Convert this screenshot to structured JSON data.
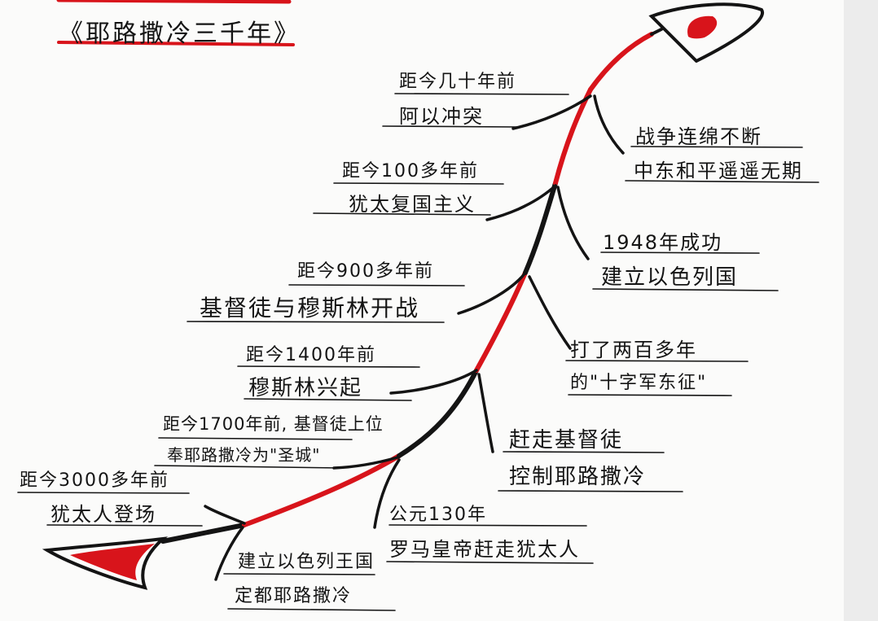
{
  "title": "《耶路撒冷三千年》",
  "colors": {
    "ink": "#141414",
    "red": "#d8141b",
    "paper": "#fbfbfa"
  },
  "events": {
    "e3000": {
      "time": "距今3000多年前",
      "text": "犹太人登场"
    },
    "israel_kingdom": {
      "line1": "建立以色列王国",
      "line2": "定都耶路撒冷"
    },
    "e1700": {
      "time": "距今1700年前, 基督徒上位",
      "text": "奉耶路撒冷为\"圣城\""
    },
    "ad130": {
      "time": "公元130年",
      "text": "罗马皇帝赶走犹太人"
    },
    "e1400": {
      "time": "距今1400年前",
      "text": "穆斯林兴起"
    },
    "expel": {
      "line1": "赶走基督徒",
      "line2": "控制耶路撒冷"
    },
    "e900": {
      "time": "距今900多年前",
      "text": "基督徒与穆斯林开战"
    },
    "crusade": {
      "line1": "打了两百多年",
      "line2": "的\"十字军东征\""
    },
    "e100": {
      "time": "距今100多年前",
      "text": "犹太复国主义"
    },
    "y1948": {
      "line1": "1948年成功",
      "line2": "建立以色列国"
    },
    "e80": {
      "time": "距今几十年前",
      "text": "阿以冲突"
    },
    "war": {
      "line1": "战争连绵不断",
      "line2": "中东和平遥遥无期"
    }
  }
}
